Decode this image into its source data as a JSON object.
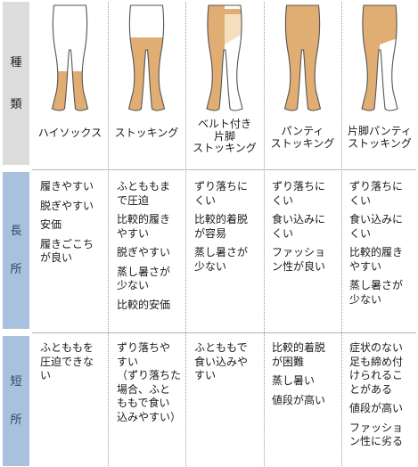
{
  "labels": {
    "types": [
      "種",
      "類"
    ],
    "pros": [
      "長",
      "所"
    ],
    "cons": [
      "短",
      "所"
    ]
  },
  "colors": {
    "skin": "#f2cf9f",
    "stocking": "#e0ad72",
    "outline": "#555555",
    "label_gray": "#dcdcdc",
    "label_blue": "#a8c1df"
  },
  "types": [
    {
      "icon": "knee-high-socks-legs-icon",
      "name": [
        "ハイソックス"
      ],
      "pros": [
        [
          "履きやすい"
        ],
        [
          "脱ぎやすい"
        ],
        [
          "安価"
        ],
        [
          "履きごこち",
          "が良い"
        ]
      ],
      "cons": [
        [
          "ふとももを",
          "圧迫できな",
          "い"
        ]
      ]
    },
    {
      "icon": "thigh-high-stockings-legs-icon",
      "name": [
        "ストッキング"
      ],
      "pros": [
        [
          "ふとももま",
          "で圧迫"
        ],
        [
          "比較的履き",
          "やすい"
        ],
        [
          "脱ぎやすい"
        ],
        [
          "蒸し暑さが",
          "少ない"
        ],
        [
          "比較的安価"
        ]
      ],
      "cons": [
        [
          "ずり落ちや",
          "すい",
          "（ずり落ちた",
          "場合、ふと",
          "ももで食い",
          "込みやすい）"
        ]
      ]
    },
    {
      "icon": "belted-single-leg-stocking-icon",
      "name": [
        "ベルト付き",
        "片脚",
        "ストッキング"
      ],
      "pros": [
        [
          "ずり落ちに",
          "くい"
        ],
        [
          "比較的着脱",
          "が容易"
        ],
        [
          "蒸し暑さが",
          "少ない"
        ]
      ],
      "cons": [
        [
          "ふとももで",
          "食い込みや",
          "すい"
        ]
      ]
    },
    {
      "icon": "pantyhose-legs-icon",
      "name": [
        "パンティ",
        "ストッキング"
      ],
      "pros": [
        [
          "ずり落ちに",
          "くい"
        ],
        [
          "食い込みに",
          "くい"
        ],
        [
          "ファッショ",
          "ン性が良い"
        ]
      ],
      "cons": [
        [
          "比較的着脱",
          "が困難"
        ],
        [
          "蒸し暑い"
        ],
        [
          "値段が高い"
        ]
      ]
    },
    {
      "icon": "single-leg-pantyhose-icon",
      "name": [
        "片脚パンティ",
        "ストッキング"
      ],
      "pros": [
        [
          "ずり落ちに",
          "くい"
        ],
        [
          "食い込みに",
          "くい"
        ],
        [
          "比較的履き",
          "やすい"
        ],
        [
          "蒸し暑さが",
          "少ない"
        ]
      ],
      "cons": [
        [
          "症状のない",
          "足も締め付",
          "けられるこ",
          "とがある"
        ],
        [
          "値段が高い"
        ],
        [
          "ファッショ",
          "ン性に劣る"
        ]
      ]
    }
  ]
}
